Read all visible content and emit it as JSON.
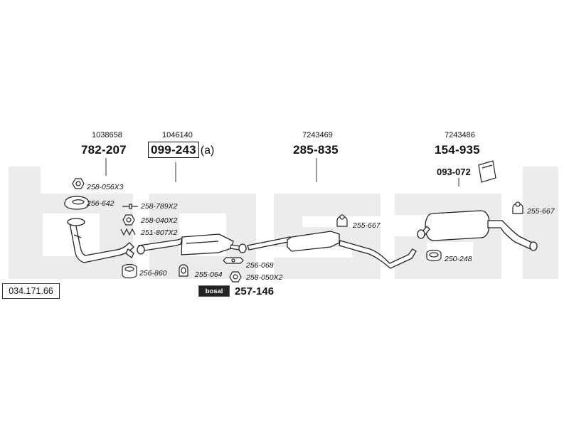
{
  "catalog_code": "034.171.66",
  "groups": [
    {
      "oe": "1038658",
      "part": "782-207",
      "boxed": false
    },
    {
      "oe": "1046140",
      "part": "099-243",
      "boxed": true,
      "suffix": "(a)"
    },
    {
      "oe": "7243469",
      "part": "285-835",
      "boxed": false
    },
    {
      "oe": "7243486",
      "part": "154-935",
      "boxed": false,
      "extra": "093-072"
    }
  ],
  "fittings": {
    "f1": "258-056X3",
    "f2": "256-642",
    "f3": "258-789X2",
    "f4": "258-040X2",
    "f5": "251-807X2",
    "f6": "256-860",
    "f7": "255-064",
    "f8": "256-068",
    "f9": "258-050X2",
    "f10": "255-667",
    "f11": "255-667",
    "f12": "250-248"
  },
  "kit": {
    "brand_badge": "bosal",
    "part": "257-146"
  },
  "colors": {
    "line": "#222222",
    "watermark": "#ececec",
    "fill": "#ffffff"
  }
}
